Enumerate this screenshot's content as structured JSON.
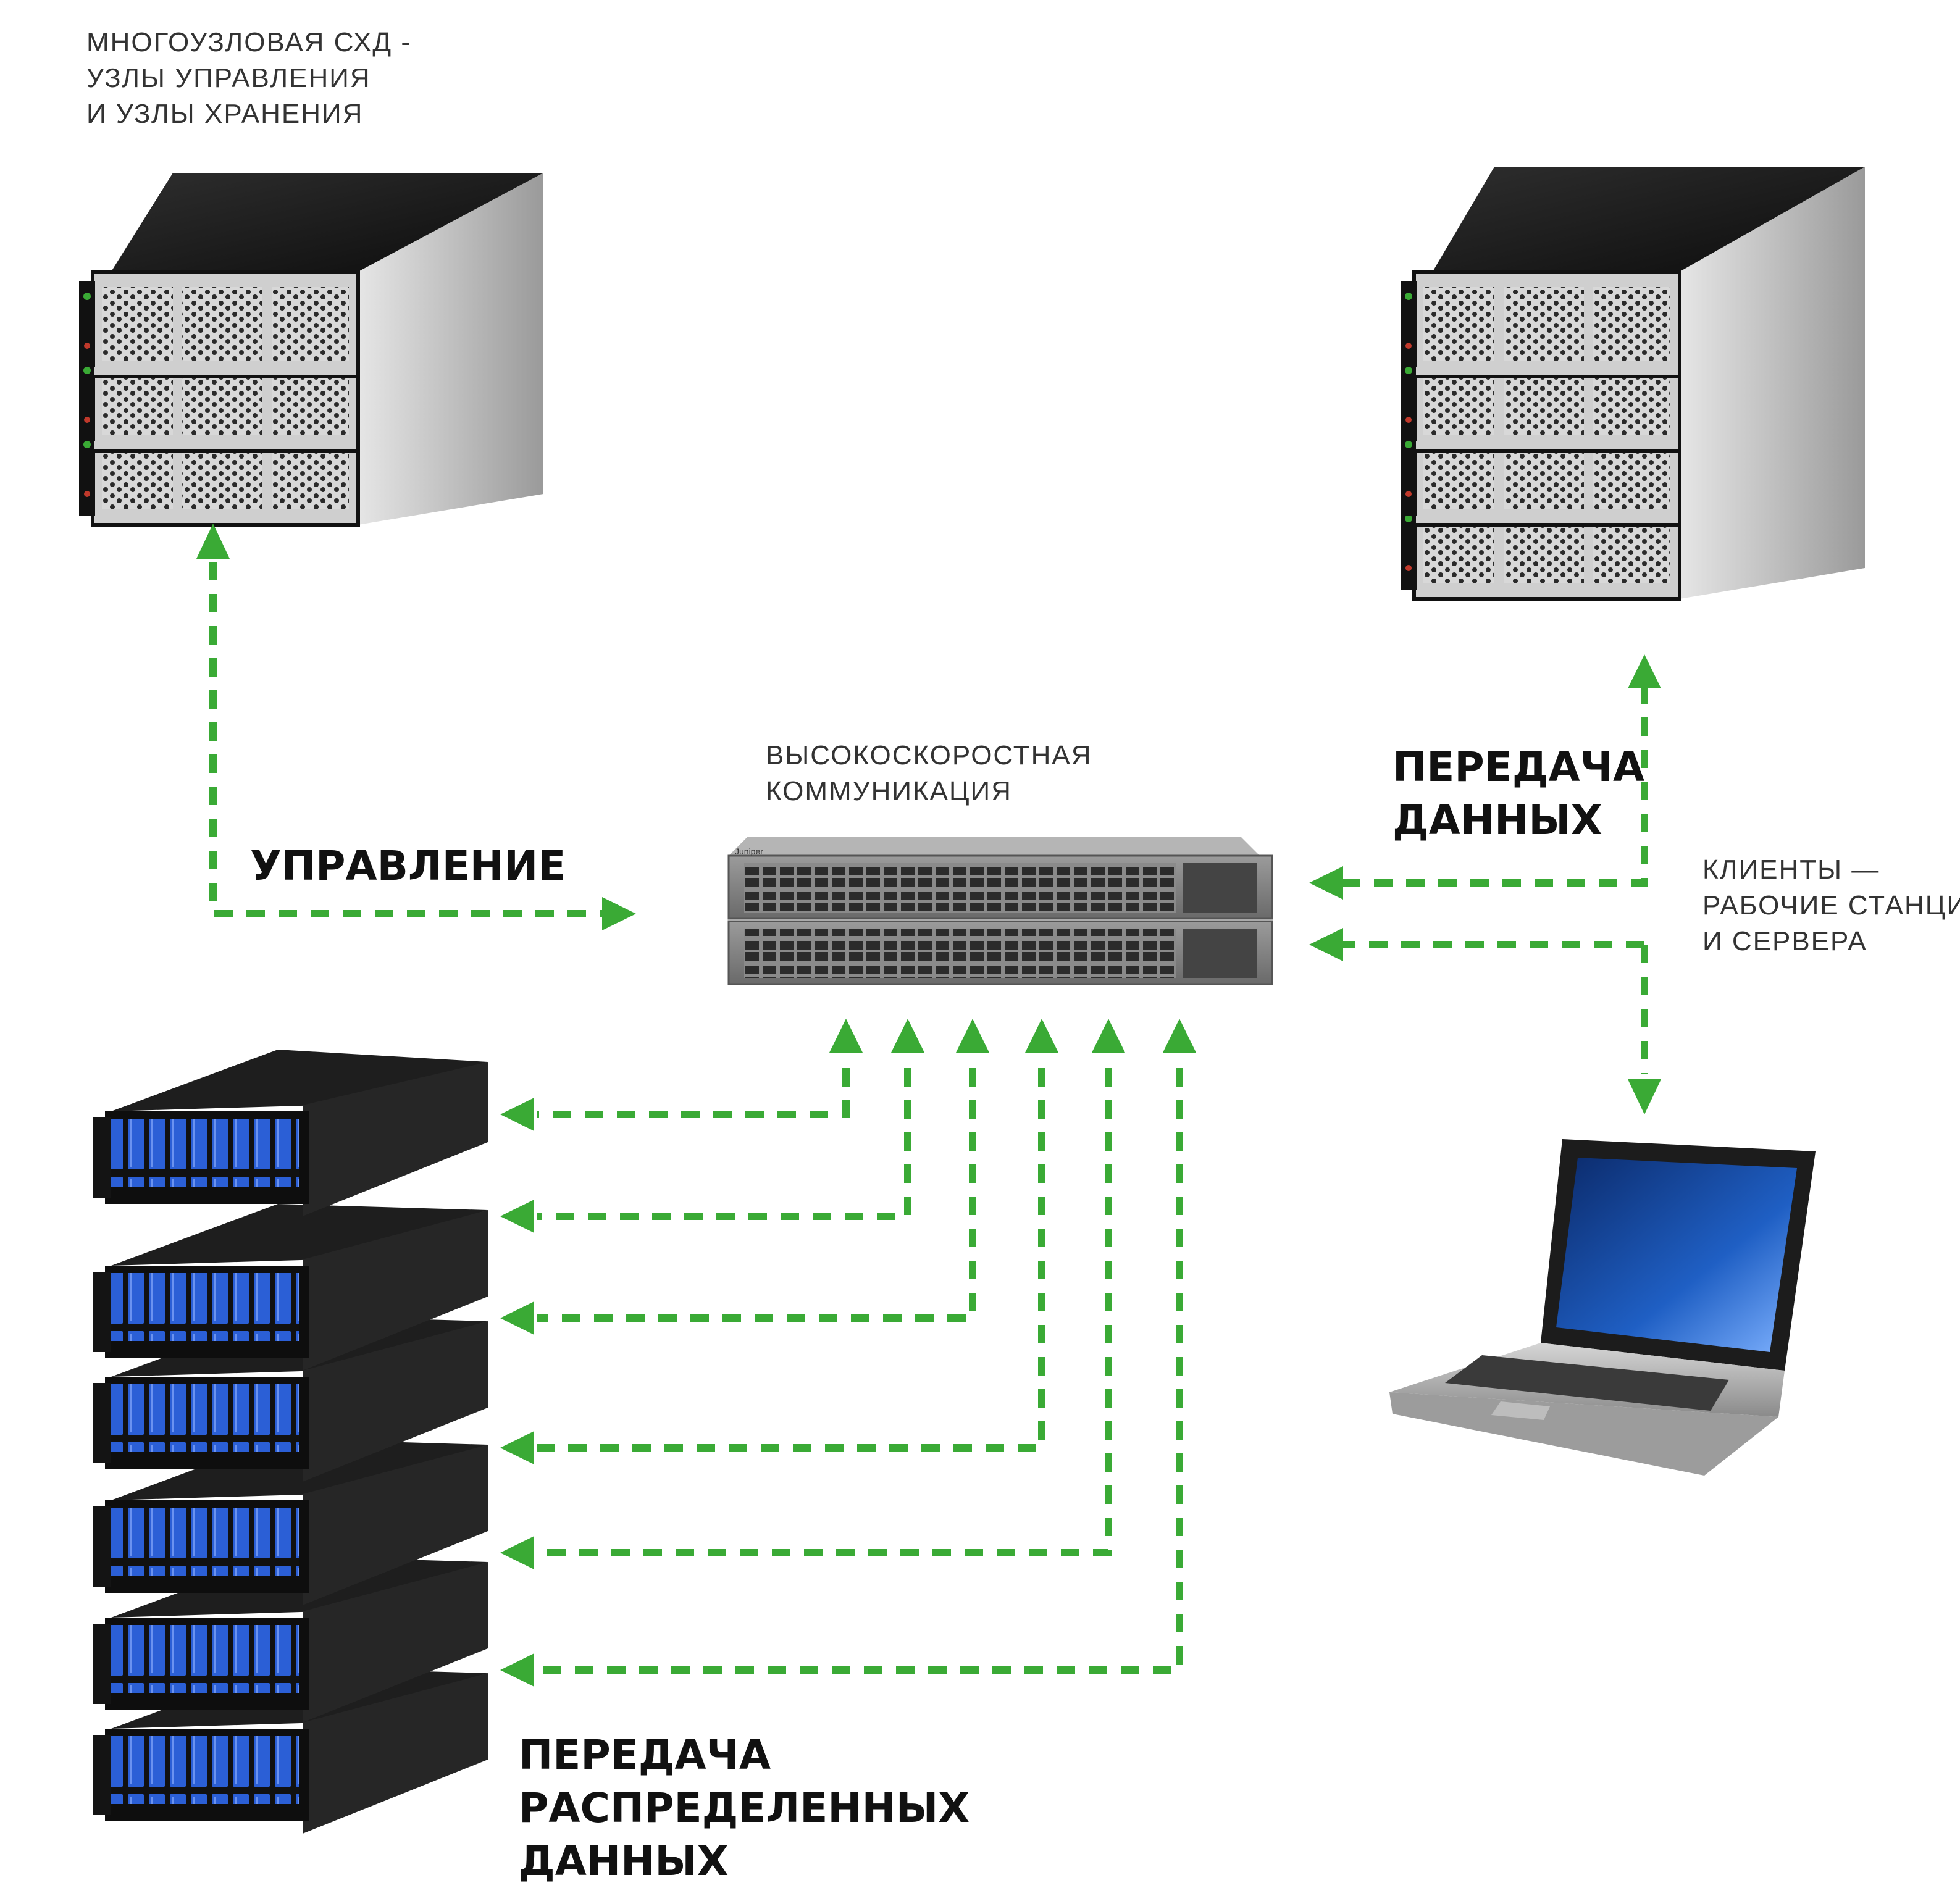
{
  "labels": {
    "storage_caption": [
      "МНОГОУЗЛОВАЯ СХД -",
      "УЗЛЫ УПРАВЛЕНИЯ",
      "И УЗЛЫ ХРАНЕНИЯ"
    ],
    "switch_caption": [
      "ВЫСОКОСКОРОСТНАЯ",
      "КОММУНИКАЦИЯ"
    ],
    "clients_caption": [
      "КЛИЕНТЫ —",
      "РАБОЧИЕ СТАНЦИИ",
      "И СЕРВЕРА"
    ],
    "management": "УПРАВЛЕНИЕ",
    "data_transfer": [
      "ПЕРЕДАЧА",
      "ДАННЫХ"
    ],
    "distributed_transfer": [
      "ПЕРЕДАЧА",
      "РАСПРЕДЕЛЕННЫХ",
      "ДАННЫХ"
    ]
  },
  "switch_brand": "Juniper",
  "colors": {
    "arrow": "#3aaa35",
    "chassis": "#1a1a1a",
    "drive_bay": "#2b5fd6",
    "switch_body": "#7c7c7c",
    "laptop_screen": "#1f5fc4"
  },
  "nodes": {
    "management_nodes": 3,
    "client_servers": 4,
    "switches": 2,
    "storage_nodes": 6
  }
}
